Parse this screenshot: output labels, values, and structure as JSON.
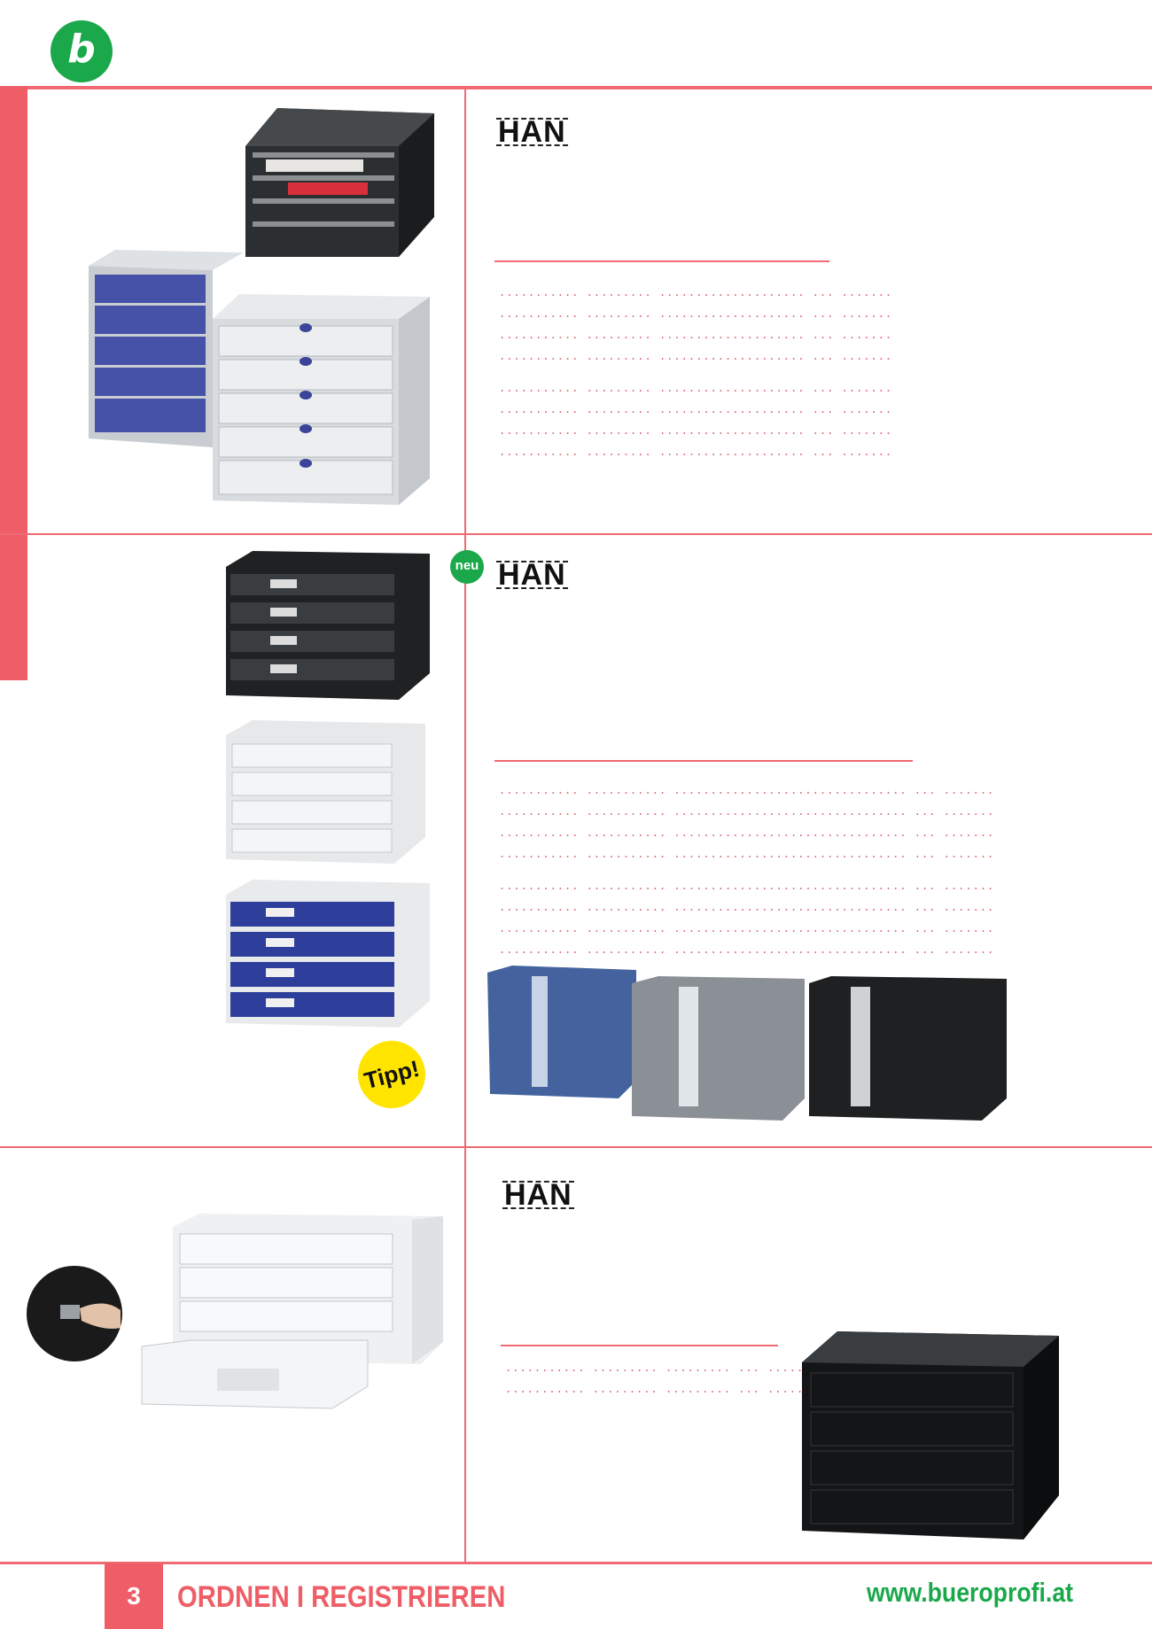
{
  "header": {
    "logo_letter": "b"
  },
  "sections": [
    {
      "brand": "HAN",
      "dots": [
        "........... ......... .................... ... .......",
        "........... ......... .................... ... .......",
        "........... ......... .................... ... .......",
        "........... ......... .................... ... .......",
        "........... ......... .................... ... .......",
        "........... ......... .................... ... .......",
        "........... ......... .................... ... .......",
        "........... ......... .................... ... ......."
      ]
    },
    {
      "brand": "HAN",
      "badge": "neu",
      "tip": "Tipp!",
      "dots": [
        "........... ........... ................................ ... .......",
        "........... ........... ................................ ... .......",
        "........... ........... ................................ ... .......",
        "........... ........... ................................ ... .......",
        "........... ........... ................................ ... .......",
        "........... ........... ................................ ... .......",
        "........... ........... ................................ ... .......",
        "........... ........... ................................ ... ......."
      ]
    },
    {
      "brand": "HAN",
      "dots": [
        "........... ......... ......... ... ........",
        "........... ......... ......... ... ........"
      ]
    }
  ],
  "footer": {
    "page_number": "3",
    "section_title": "ORDNEN I REGISTRIEREN",
    "url": "www.bueroprofi.at"
  }
}
